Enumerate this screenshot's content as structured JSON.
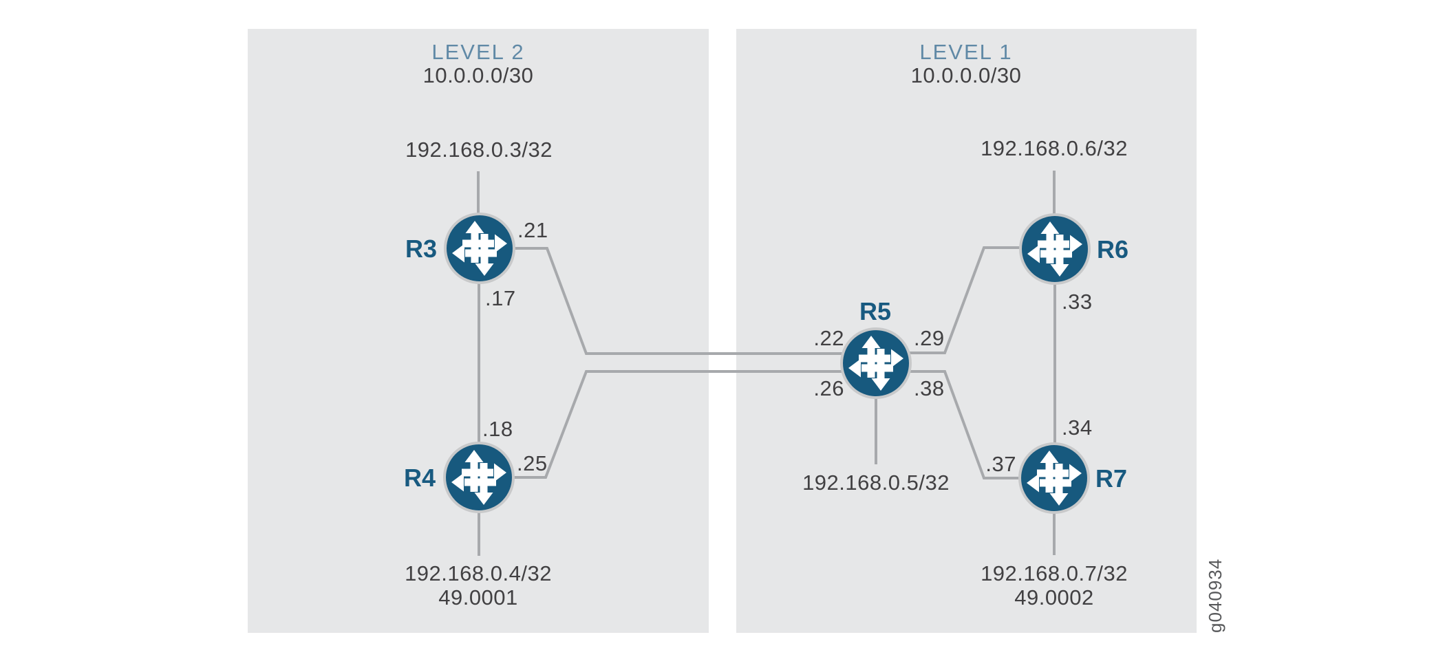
{
  "figure": {
    "id_label": "g040934"
  },
  "areas": {
    "level2": {
      "title": "LEVEL 2",
      "subnet": "10.0.0.0/30"
    },
    "level1": {
      "title": "LEVEL 1",
      "subnet": "10.0.0.0/30"
    }
  },
  "routers": {
    "r3": {
      "name": "R3",
      "loopback": "192.168.0.3/32"
    },
    "r4": {
      "name": "R4",
      "loopback": "192.168.0.4/32",
      "iso_area": "49.0001"
    },
    "r5": {
      "name": "R5",
      "loopback": "192.168.0.5/32"
    },
    "r6": {
      "name": "R6",
      "loopback": "192.168.0.6/32"
    },
    "r7": {
      "name": "R7",
      "loopback": "192.168.0.7/32",
      "iso_area": "49.0002"
    }
  },
  "interface_labels": {
    "r3_to_r5": ".21",
    "r3_to_r4": ".17",
    "r4_to_r3": ".18",
    "r4_to_r5": ".25",
    "r5_to_r3": ".22",
    "r5_to_r4": ".26",
    "r5_to_r6": ".29",
    "r5_to_r7": ".38",
    "r6_to_r7": ".33",
    "r7_to_r6": ".34",
    "r7_to_r5": ".37"
  },
  "colors": {
    "box_fill": "#e6e7e8",
    "line": "#a7a9ac",
    "router_fill": "#17597e",
    "router_ring": "#c8c9ca",
    "router_label": "#185a80",
    "level_title": "#6089a6",
    "text": "#414042",
    "figure_id": "#58595b"
  }
}
